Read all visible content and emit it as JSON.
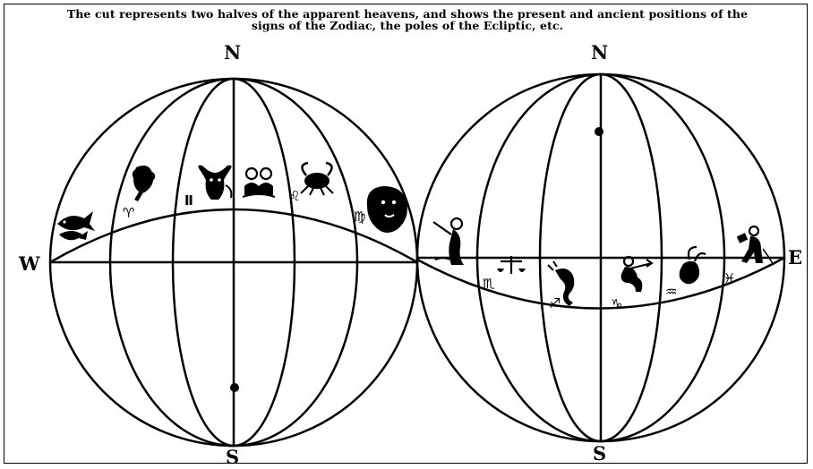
{
  "caption": {
    "line1": "The cut represents two halves of the apparent heavens, and shows the present and ancient positions of the",
    "line2": "signs of the Zodiac, the poles of the Ecliptic, etc."
  },
  "compass": {
    "west_north": "N",
    "west_south": "S",
    "west": "W",
    "east_north": "N",
    "east_south": "S",
    "east": "E"
  },
  "zodiac_glyphs": {
    "aries": "♈",
    "gemini": "Ⅱ",
    "leo": "♌",
    "virgo": "♍",
    "libra": "♎",
    "scorpio": "♏",
    "sagittarius": "♐",
    "capricorn": "♑",
    "aquarius": "♒",
    "pisces": "♓"
  }
}
